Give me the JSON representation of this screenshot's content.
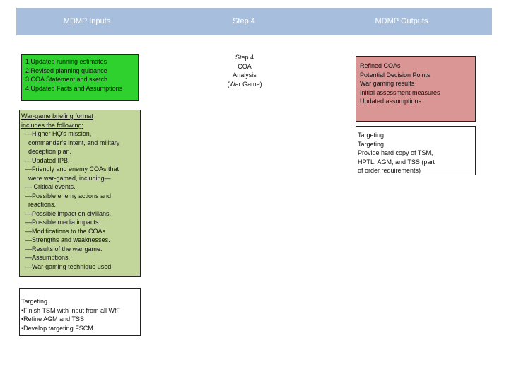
{
  "header": {
    "inputs_title": "MDMP Inputs",
    "step_title": "Step 4",
    "outputs_title": "MDMP Outputs",
    "band_color": "#a7bedc"
  },
  "inputs": {
    "color": "#2fd12f",
    "items": [
      "1.Updated running estimates",
      "2.Revised planning guidance",
      "3.COA Statement and sketch",
      "4.Updated Facts and Assumptions"
    ]
  },
  "step": {
    "lines": [
      "Step 4",
      "COA",
      "Analysis",
      "(War Game)"
    ]
  },
  "wargame_briefing": {
    "color": "#c2d69b",
    "heading_lines": [
      "War-game briefing format",
      "includes the following:"
    ],
    "lines": [
      "—Higher HQ's mission,",
      "commander's intent, and military",
      "deception plan.",
      "—Updated IPB.",
      "—Friendly and enemy COAs that",
      "were war-gamed, including—",
      "— Critical events.",
      "—Possible enemy actions and",
      "reactions.",
      "—Possible impact on civilians.",
      "—Possible media impacts.",
      "—Modifications to the COAs.",
      "—Strengths and weaknesses.",
      "—Results of the war game.",
      "—Assumptions.",
      "—War-gaming technique used."
    ]
  },
  "targeting_left": {
    "lines": [
      "Targeting",
      "•Finish TSM with input from all WfF",
      "•Refine AGM and TSS",
      "•Develop targeting FSCM"
    ]
  },
  "outputs": {
    "color": "#d99694",
    "items": [
      "Refined COAs",
      "Potential Decision Points",
      "War gaming results",
      "Initial assessment measures",
      "Updated assumptions"
    ]
  },
  "targeting_right": {
    "lines": [
      "Targeting",
      "Targeting",
      "Provide hard copy of TSM,",
      "HPTL, AGM, and TSS (part",
      "of order requirements)"
    ]
  }
}
